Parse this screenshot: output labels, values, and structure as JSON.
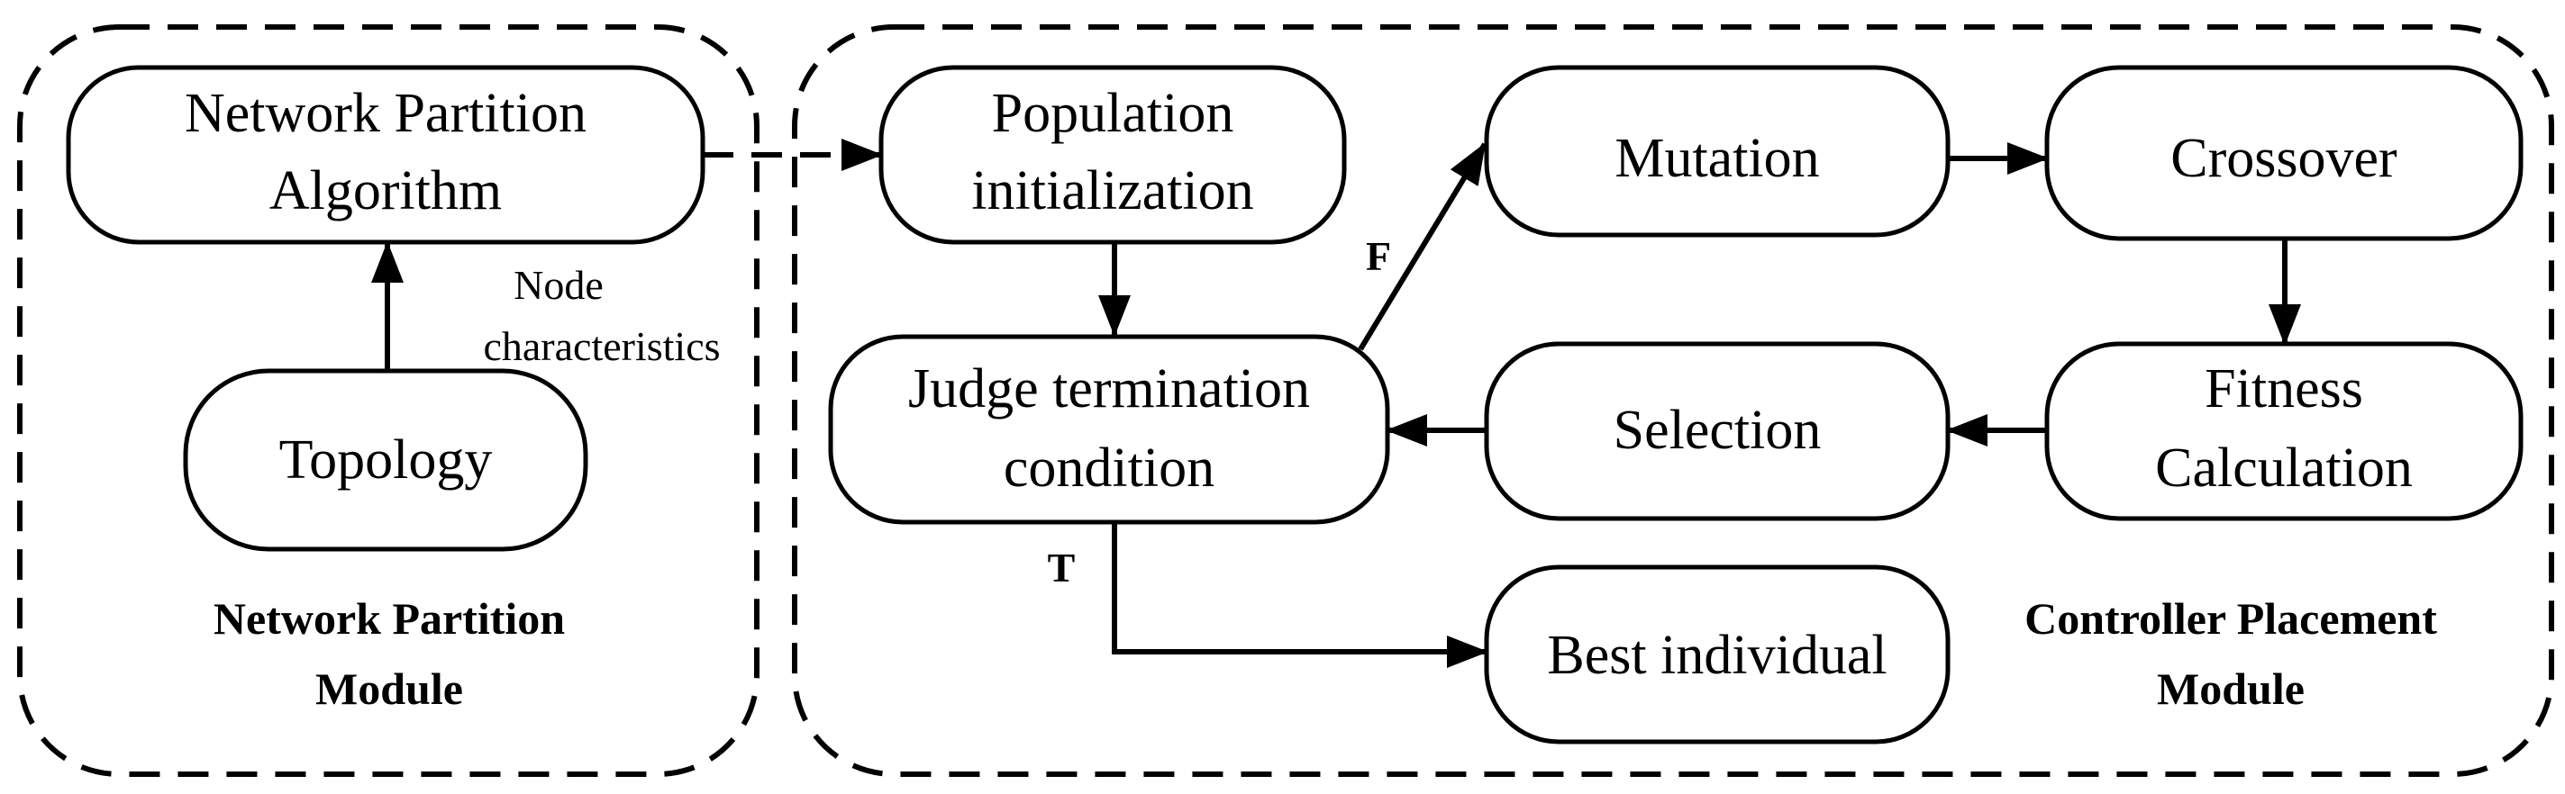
{
  "modules": {
    "partition": {
      "label_lines": [
        "Network Partition",
        "Module"
      ]
    },
    "placement": {
      "label_lines": [
        "Controller Placement",
        "Module"
      ]
    }
  },
  "nodes": {
    "npa": {
      "lines": [
        "Network Partition",
        "Algorithm"
      ]
    },
    "topology": {
      "lines": [
        "Topology"
      ]
    },
    "popinit": {
      "lines": [
        "Population",
        "initialization"
      ]
    },
    "judge": {
      "lines": [
        "Judge termination",
        "condition"
      ]
    },
    "mutation": {
      "lines": [
        "Mutation"
      ]
    },
    "crossover": {
      "lines": [
        "Crossover"
      ]
    },
    "fitness": {
      "lines": [
        "Fitness",
        "Calculation"
      ]
    },
    "selection": {
      "lines": [
        "Selection"
      ]
    },
    "best": {
      "lines": [
        "Best individual"
      ]
    }
  },
  "edge_labels": {
    "node_characteristics": [
      "Node",
      "characteristics"
    ],
    "false_branch": "F",
    "true_branch": "T"
  }
}
